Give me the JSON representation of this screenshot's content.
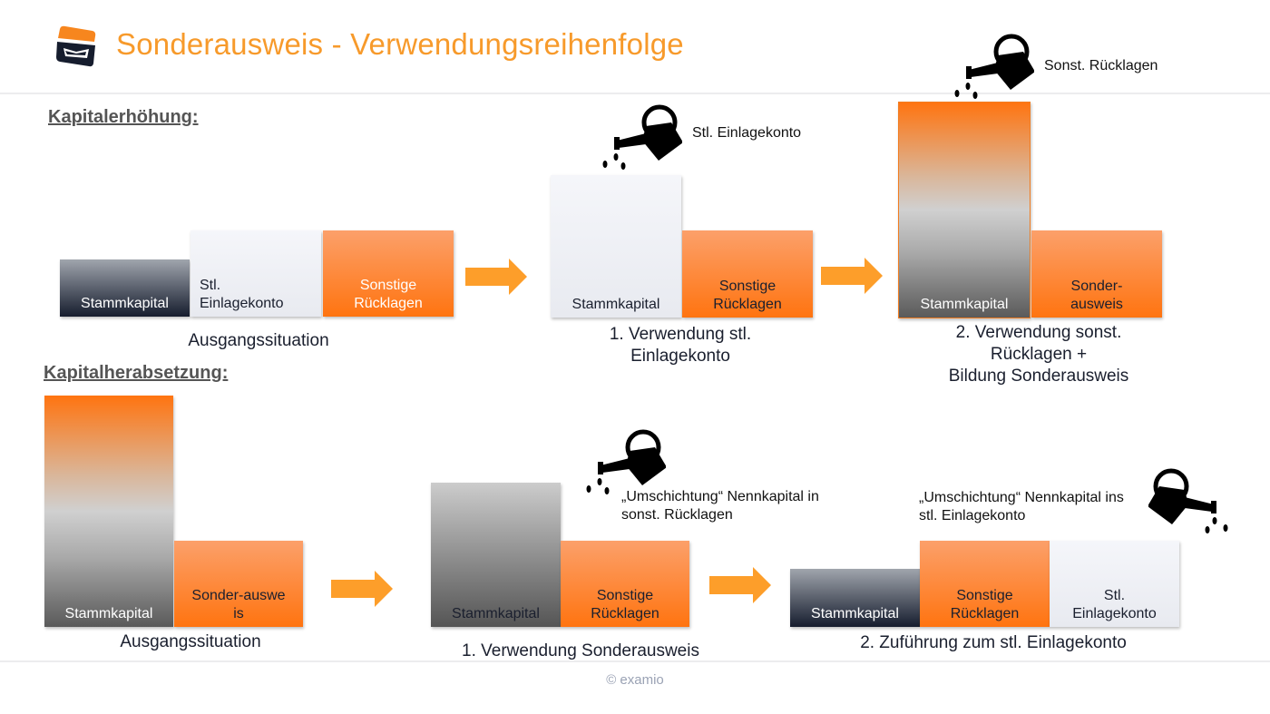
{
  "header": {
    "title": "Sonderausweis - Verwendungsreihenfolge",
    "logo_icon": "graduation-cap-logo-icon",
    "title_color": "#f79a2b"
  },
  "colors": {
    "accent_orange": "#ff7410",
    "arrow_orange": "#fd9e2a",
    "dark_navy": "#161d2e",
    "light_grey": "#eef0f5"
  },
  "sections": {
    "kapitalerhoehung": {
      "label": "Kapitalerhöhung:",
      "steps": [
        {
          "caption": "Ausgangssituation",
          "bars": [
            {
              "label_1": "Stammkapital",
              "label_2": "",
              "style": "dark"
            },
            {
              "label_1": "Stl.",
              "label_2": "Einlagekonto",
              "style": "light"
            },
            {
              "label_1": "Sonstige",
              "label_2": "Rücklagen",
              "style": "orange"
            }
          ]
        },
        {
          "caption_1": "1. Verwendung stl.",
          "caption_2": "Einlagekonto",
          "note": "Stl. Einlagekonto",
          "bars": [
            {
              "label_1": "Stammkapital",
              "style": "light"
            },
            {
              "label_1": "Sonstige",
              "label_2": "Rücklagen",
              "style": "orange"
            }
          ]
        },
        {
          "caption_1": "2. Verwendung sonst.",
          "caption_2": "Rücklagen +",
          "caption_3": "Bildung Sonderausweis",
          "note": "Sonst. Rücklagen",
          "bars": [
            {
              "label_1": "Stammkapital",
              "style": "orange-grey-gradient"
            },
            {
              "label_1": "Sonder-",
              "label_2": "ausweis",
              "style": "orange"
            }
          ]
        }
      ]
    },
    "kapitalherabsetzung": {
      "label": "Kapitalherabsetzung:",
      "steps": [
        {
          "caption": "Ausgangssituation",
          "bars": [
            {
              "label_1": "Stammkapital",
              "style": "orange-grey-gradient"
            },
            {
              "label_1": "Sonder-auswe",
              "label_2": "is",
              "style": "orange"
            }
          ]
        },
        {
          "caption": "1. Verwendung Sonderausweis",
          "note_1": "„Umschichtung“ Nennkapital in",
          "note_2": "sonst. Rücklagen",
          "bars": [
            {
              "label_1": "Stammkapital",
              "style": "grey"
            },
            {
              "label_1": "Sonstige",
              "label_2": "Rücklagen",
              "style": "orange"
            }
          ]
        },
        {
          "caption": "2. Zuführung zum stl. Einlagekonto",
          "note_1": "„Umschichtung“ Nennkapital ins",
          "note_2": "stl. Einlagekonto",
          "bars": [
            {
              "label_1": "Stammkapital",
              "style": "dark"
            },
            {
              "label_1": "Sonstige",
              "label_2": "Rücklagen",
              "style": "orange"
            },
            {
              "label_1": "Stl.",
              "label_2": "Einlagekonto",
              "style": "light"
            }
          ]
        }
      ]
    }
  },
  "icons": {
    "arrow": "arrow-right-icon",
    "watering_can": "watering-can-icon"
  },
  "footer": {
    "copyright": "© examio"
  }
}
